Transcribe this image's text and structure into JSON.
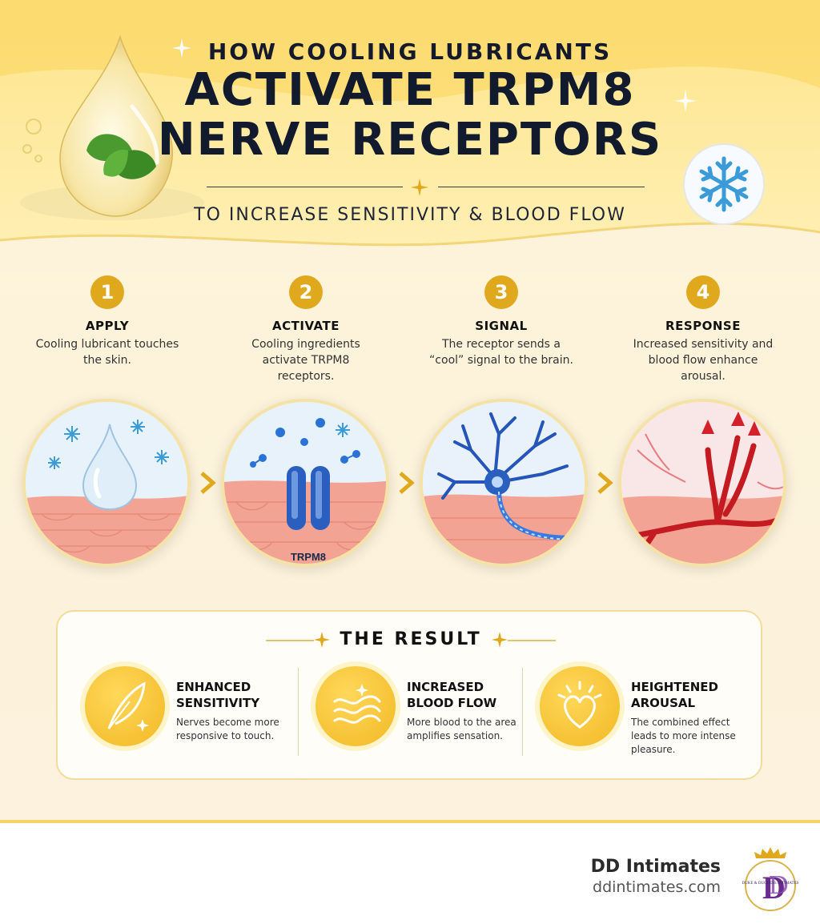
{
  "header": {
    "title_line1": "HOW COOLING LUBRICANTS",
    "title_line2a": "ACTIVATE TRPM8",
    "title_line2b": "NERVE RECEPTORS",
    "subtitle": "TO INCREASE SENSITIVITY & BLOOD FLOW"
  },
  "steps": [
    {
      "num": "1",
      "title": "APPLY",
      "desc": "Cooling lubricant touches the skin."
    },
    {
      "num": "2",
      "title": "ACTIVATE",
      "desc": "Cooling ingredients activate TRPM8 receptors."
    },
    {
      "num": "3",
      "title": "SIGNAL",
      "desc": "The receptor sends a “cool” signal to the brain."
    },
    {
      "num": "4",
      "title": "RESPONSE",
      "desc": "Increased sensitivity and blood flow enhance arousal."
    }
  ],
  "receptor_label": "TRPM8",
  "result": {
    "title": "THE RESULT",
    "items": [
      {
        "head": "ENHANCED SENSITIVITY",
        "text": "Nerves become more responsive to touch.",
        "icon": "feather-icon"
      },
      {
        "head": "INCREASED BLOOD FLOW",
        "text": "More blood to the area amplifies sensation.",
        "icon": "waves-icon"
      },
      {
        "head": "HEIGHTENED AROUSAL",
        "text": "The combined effect leads to more intense pleasure.",
        "icon": "heart-icon"
      }
    ]
  },
  "footer": {
    "brand": "DD Intimates",
    "url": "ddintimates.com",
    "logo_text": "DUKE & DUCHESS INTIMATES"
  },
  "colors": {
    "accent": "#e0a81c",
    "navy": "#121a2e",
    "ice": "#3a9bd8",
    "blood": "#d4202a"
  }
}
